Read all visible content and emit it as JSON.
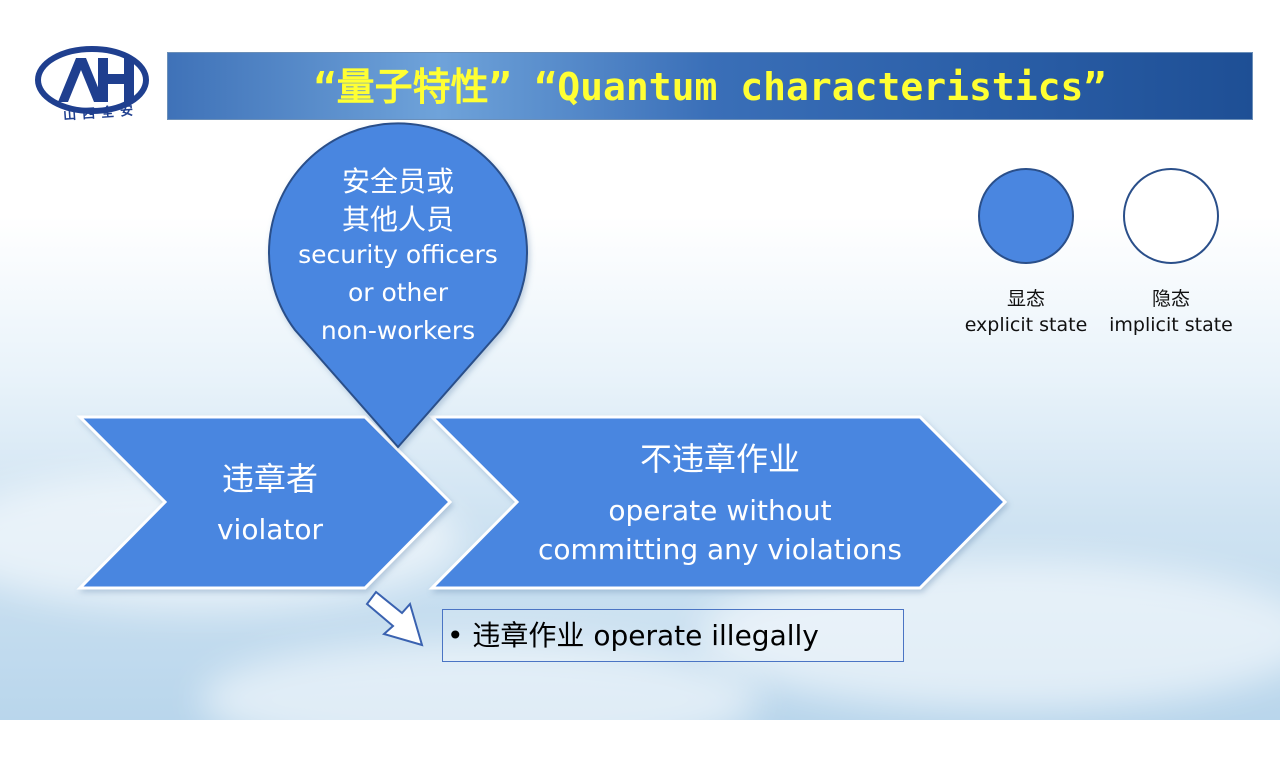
{
  "title": "“量子特性” “Quantum characteristics”",
  "logo": {
    "text": "山西全安"
  },
  "nodes": {
    "bubble": {
      "line1": "安全员或",
      "line2": "其他人员",
      "line3": "security officers",
      "line4": "or other",
      "line5": "non-workers"
    },
    "violator": {
      "zh": "违章者",
      "en": "violator"
    },
    "compliant": {
      "zh": "不违章作业",
      "en_line1": "operate without",
      "en_line2": "committing any violations"
    }
  },
  "legend": {
    "explicit": {
      "zh": "显态",
      "en": "explicit state"
    },
    "implicit": {
      "zh": "隐态",
      "en": "implicit state"
    }
  },
  "bullet": {
    "text": "违章作业 operate illegally"
  },
  "colors": {
    "shape_fill": "#4a86e0",
    "shape_stroke": "#ffffff",
    "title_text": "#ffff33",
    "logo_blue": "#1f3f8f",
    "box_border": "#4a74c4"
  }
}
